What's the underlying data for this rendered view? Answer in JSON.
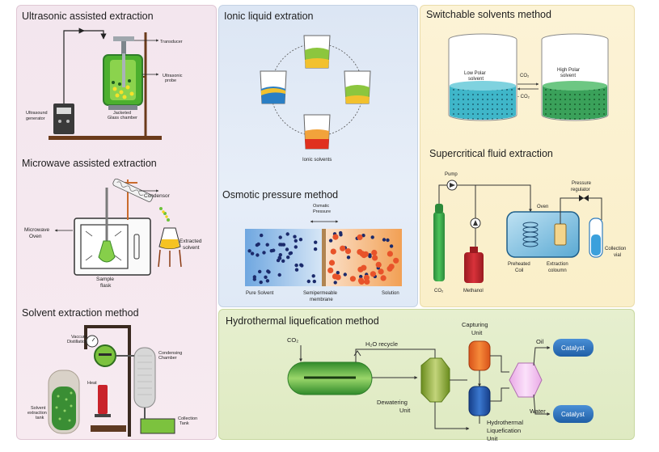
{
  "panels": {
    "ultrasonic": {
      "title": "Ultrasonic assisted extraction",
      "labels": {
        "transducer": "Transducer",
        "probe_1": "Ultrasonic",
        "probe_2": "probe",
        "generator_1": "Ultrasound",
        "generator_2": "generator",
        "chamber_1": "Jacketed",
        "chamber_2": "Glass chamber"
      }
    },
    "microwave": {
      "title": "Microwave assisted extraction",
      "labels": {
        "condensor": "Condensor",
        "oven_1": "Microwave",
        "oven_2": "Oven",
        "extracted_1": "Extracted",
        "extracted_2": "solvent",
        "flask_1": "Sample",
        "flask_2": "flask"
      }
    },
    "solvent": {
      "title": "Solvent extraction method",
      "labels": {
        "vaccum_1": "Vaccum",
        "vaccum_2": "Distillation",
        "heat": "Heat",
        "condensing_1": "Condensing",
        "condensing_2": "Chamber",
        "tank_1": "Solvent",
        "tank_2": "extraction",
        "tank_3": "tank",
        "collection_1": "Collection",
        "collection_2": "Tank"
      }
    },
    "ionic": {
      "title": "Ionic liquid extration",
      "labels": {
        "ionic_solvents": "Ionic solvents"
      }
    },
    "osmotic": {
      "title": "Osmotic pressure method",
      "labels": {
        "osmotic_1": "Osmatic",
        "osmotic_2": "Pressure",
        "pure": "Pure Solvent",
        "membrane_1": "Semipermeable",
        "membrane_2": "membrane",
        "solution": "Solution"
      }
    },
    "switchable": {
      "title": "Switchable solvents method",
      "labels": {
        "low_1": "Low Polar",
        "low_2": "solvent",
        "high_1": "High Polar",
        "high_2": "solvent",
        "co2_plus": "CO₂",
        "co2_minus": "- CO₂"
      }
    },
    "supercritical": {
      "title": "Supercritical fluid extraction",
      "labels": {
        "pump": "Pump",
        "oven": "Oven",
        "pressure_1": "Pressure",
        "pressure_2": "regulator",
        "co2": "CO₂",
        "methanol": "Methanol",
        "preheated_1": "Preheated",
        "preheated_2": "Coil",
        "extraction_1": "Extraction",
        "extraction_2": "coloumn",
        "collection_1": "Collection",
        "collection_2": "vial"
      }
    },
    "hydrothermal": {
      "title": "Hydrothermal liquefication method",
      "labels": {
        "co2": "CO₂",
        "h2o": "H₂O recycle",
        "dewatering_1": "Dewatering",
        "dewatering_2": "Unit",
        "capturing_1": "Capturing",
        "capturing_2": "Unit",
        "htl_1": "Hydrothermal",
        "htl_2": "Liquefication",
        "htl_3": "Unit",
        "oil": "Oil",
        "water": "Water",
        "catalyst_1": "Catalyst",
        "catalyst_2": "Catalyst"
      }
    }
  },
  "colors": {
    "green": "#5fb935",
    "dark_green": "#2f7d2a",
    "orange": "#ef6a1d",
    "blue": "#1f6fb5",
    "red": "#c9232b",
    "navy": "#1b2a6b"
  }
}
